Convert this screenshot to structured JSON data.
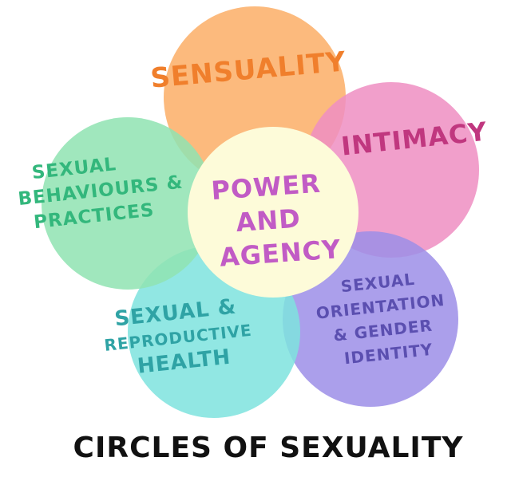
{
  "title": "CIRCLES OF SEXUALITY",
  "circles": [
    {
      "id": "sensuality",
      "lines": [
        "SENSUALITY"
      ],
      "fill": "#FBAE66",
      "text_color": "#F07F2C"
    },
    {
      "id": "intimacy",
      "lines": [
        "INTIMACY"
      ],
      "fill": "#EE8EC2",
      "text_color": "#C0377F"
    },
    {
      "id": "sexual-orientation-gender-identity",
      "lines": [
        "SEXUAL",
        "ORIENTATION",
        "& GENDER",
        "IDENTITY"
      ],
      "fill": "#9C8EE7",
      "text_color": "#5B4FB0"
    },
    {
      "id": "sexual-reproductive-health",
      "lines": [
        "SEXUAL &",
        "REPRODUCTIVE",
        "HEALTH"
      ],
      "fill": "#7EE3DE",
      "text_color": "#2FA3A5"
    },
    {
      "id": "sexual-behaviours-practices",
      "lines": [
        "SEXUAL",
        "BEHAVIOURS &",
        "PRACTICES"
      ],
      "fill": "#8FE3B2",
      "text_color": "#33B77C"
    },
    {
      "id": "power-and-agency",
      "lines": [
        "POWER",
        "AND",
        "AGENCY"
      ],
      "fill": "#FDFBD9",
      "text_color": "#C15BC5"
    }
  ]
}
